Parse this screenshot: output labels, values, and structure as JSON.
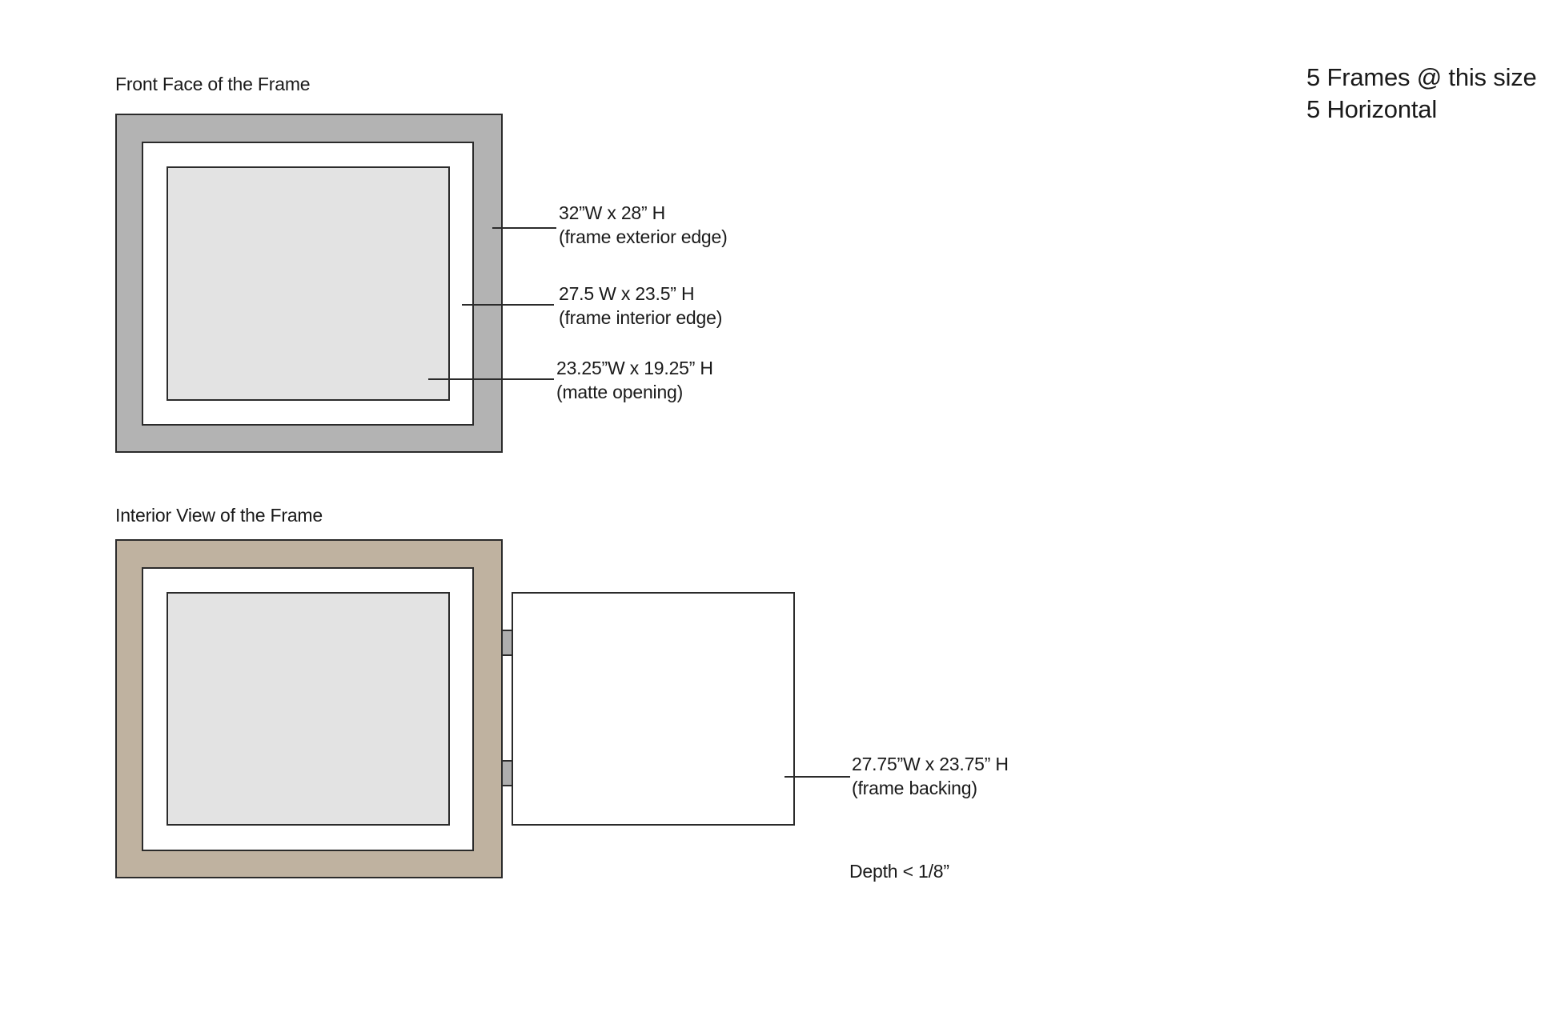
{
  "notes": {
    "line1": "5 Frames @ this size",
    "line2": "5 Horizontal"
  },
  "front_view": {
    "title": "Front Face of the Frame",
    "colors": {
      "frame": "#b3b3b3",
      "matte": "#ffffff",
      "opening": "#e3e3e3"
    },
    "callouts": {
      "exterior": {
        "dimension": "32”W x 28” H",
        "description": "(frame exterior edge)"
      },
      "interior": {
        "dimension": "27.5 W x 23.5” H",
        "description": "(frame interior edge)"
      },
      "opening": {
        "dimension": "23.25”W x 19.25” H",
        "description": "(matte opening)"
      }
    }
  },
  "interior_view": {
    "title": "Interior View of the Frame",
    "colors": {
      "frame": "#bfb2a0",
      "matte": "#ffffff",
      "opening": "#e3e3e3",
      "hinge": "#aeaeae"
    },
    "callouts": {
      "backing": {
        "dimension": "27.75”W x 23.75” H",
        "description": "(frame backing)"
      },
      "depth": "Depth < 1/8”"
    }
  }
}
